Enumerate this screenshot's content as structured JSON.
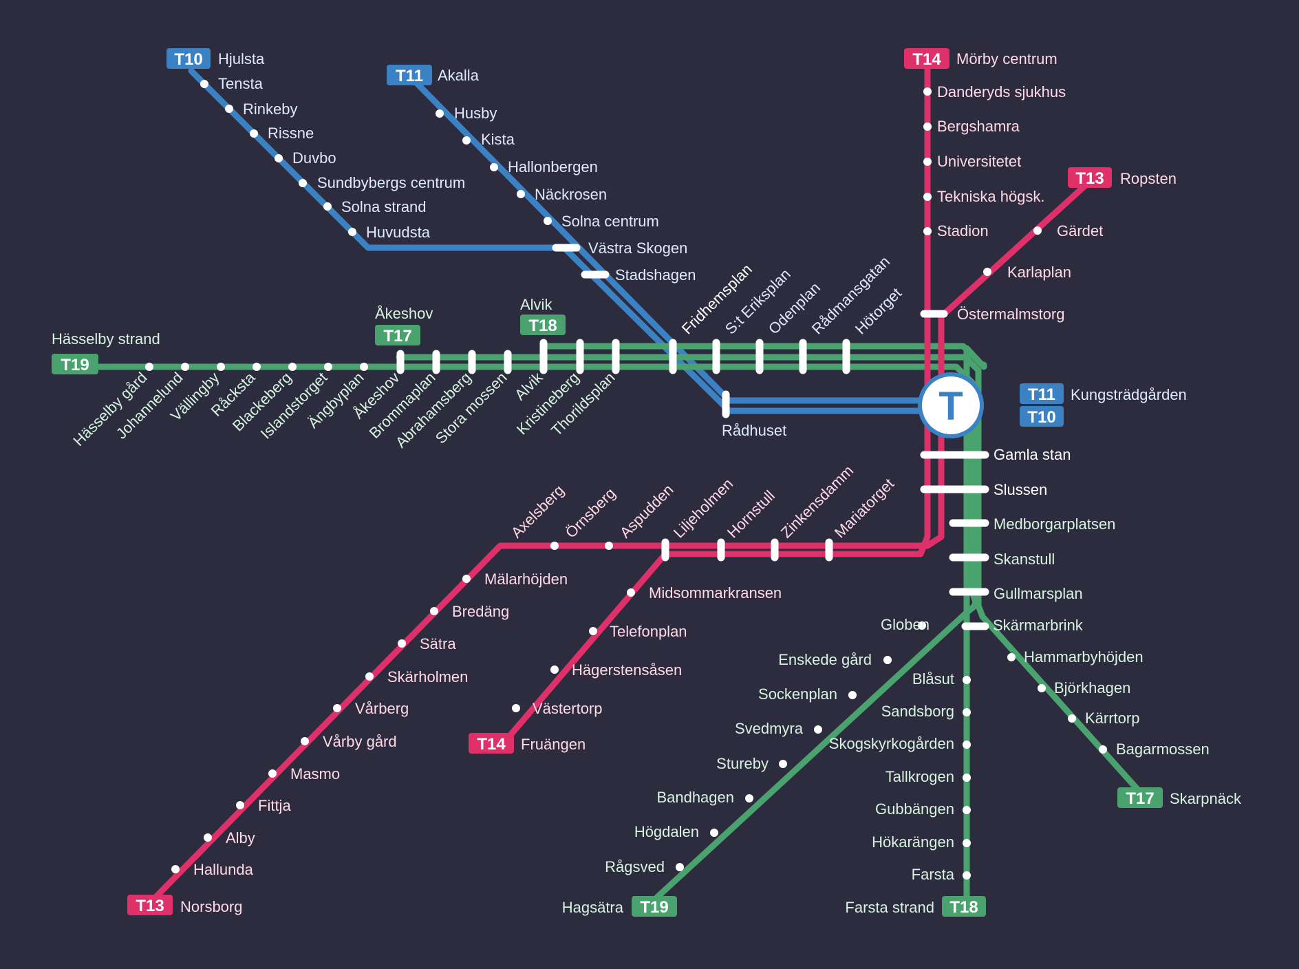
{
  "colors": {
    "background": "#2c2c3e",
    "blue": "#3b82c4",
    "green": "#4aa36e",
    "pink": "#e0306a",
    "stop": "#ffffff"
  },
  "center": {
    "symbol": "T",
    "icon": "t-centralen-icon"
  },
  "badges": {
    "t10_top": "T10",
    "t11_top": "T11",
    "t14_top": "T14",
    "t13_top": "T13",
    "t17_top": "T17",
    "t18_top": "T18",
    "t19_left": "T19",
    "t11_right": "T11",
    "t10_right": "T10",
    "t13_bottom": "T13",
    "t14_bottom": "T14",
    "t19_bottom": "T19",
    "t18_bottom": "T18",
    "t17_bottom": "T17"
  },
  "stations": {
    "hjulsta": "Hjulsta",
    "tensta": "Tensta",
    "rinkeby": "Rinkeby",
    "rissne": "Rissne",
    "duvbo": "Duvbo",
    "sundbybergs_centrum": "Sundbybergs centrum",
    "solna_strand": "Solna strand",
    "huvudsta": "Huvudsta",
    "akalla": "Akalla",
    "husby": "Husby",
    "kista": "Kista",
    "hallonbergen": "Hallonbergen",
    "nackrosen": "Näckrosen",
    "solna_centrum": "Solna centrum",
    "vastra_skogen": "Västra Skogen",
    "stadshagen": "Stadshagen",
    "radhuset": "Rådhuset",
    "fridhemsplan": "Fridhemsplan",
    "st_eriksplan": "S:t Eriksplan",
    "odenplan": "Odenplan",
    "radmansgatan": "Rådmansgatan",
    "hotorget": "Hötorget",
    "morby_centrum": "Mörby centrum",
    "danderyds_sjukhus": "Danderyds sjukhus",
    "bergshamra": "Bergshamra",
    "universitetet": "Universitetet",
    "tekniska_hogsk": "Tekniska högsk.",
    "stadion": "Stadion",
    "ostermalmstorg": "Östermalmstorg",
    "ropsten": "Ropsten",
    "gardet": "Gärdet",
    "karlaplan": "Karlaplan",
    "kungstradgarden": "Kungsträdgården",
    "hasselby_strand": "Hässelby strand",
    "akeshov_top": "Åkeshov",
    "alvik_top": "Alvik",
    "hasselby_gard": "Hässelby gård",
    "johannelund": "Johannelund",
    "vallingby": "Vällingby",
    "racksta": "Råcksta",
    "blackeberg": "Blackeberg",
    "islandstorget": "Islandstorget",
    "angbyplan": "Ängbyplan",
    "akeshov": "Åkeshov",
    "brommaplan": "Brommaplan",
    "abrahamsberg": "Abrahamsberg",
    "stora_mossen": "Stora mossen",
    "alvik": "Alvik",
    "kristineberg": "Kristineberg",
    "thorildsplan": "Thorildsplan",
    "gamla_stan": "Gamla stan",
    "slussen": "Slussen",
    "medborgarplatsen": "Medborgarplatsen",
    "skanstull": "Skanstull",
    "gullmarsplan": "Gullmarsplan",
    "skarmarbrink": "Skärmarbrink",
    "axelsberg": "Axelsberg",
    "ornsberg": "Örnsberg",
    "aspudden": "Aspudden",
    "liljeholmen": "Liljeholmen",
    "hornstull": "Hornstull",
    "zinkensdamm": "Zinkensdamm",
    "mariatorget": "Mariatorget",
    "malarhojden": "Mälarhöjden",
    "bredang": "Bredäng",
    "satra": "Sätra",
    "skarholmen": "Skärholmen",
    "varberg": "Vårberg",
    "varby_gard": "Vårby gård",
    "masmo": "Masmo",
    "fittja": "Fittja",
    "alby": "Alby",
    "hallunda": "Hallunda",
    "norsborg": "Norsborg",
    "midsommarkransen": "Midsommarkransen",
    "telefonplan": "Telefonplan",
    "hagerstensasen": "Hägerstensåsen",
    "vastertorp": "Västertorp",
    "fruangen": "Fruängen",
    "globen": "Globen",
    "enskede_gard": "Enskede gård",
    "sockenplan": "Sockenplan",
    "svedmyra": "Svedmyra",
    "stureby": "Stureby",
    "bandhagen": "Bandhagen",
    "hogdalen": "Högdalen",
    "ragsved": "Rågsved",
    "hagsatra": "Hagsätra",
    "blasut": "Blåsut",
    "sandsborg": "Sandsborg",
    "skogskyrkogarden": "Skogskyrkogården",
    "tallkrogen": "Tallkrogen",
    "gubbangen": "Gubbängen",
    "hokarangen": "Hökarängen",
    "farsta": "Farsta",
    "farsta_strand": "Farsta strand",
    "hammarbyhojden": "Hammarbyhöjden",
    "bjorkhagen": "Björkhagen",
    "karrtorp": "Kärrtorp",
    "bagarmossen": "Bagarmossen",
    "skarpnack": "Skarpnäck"
  }
}
